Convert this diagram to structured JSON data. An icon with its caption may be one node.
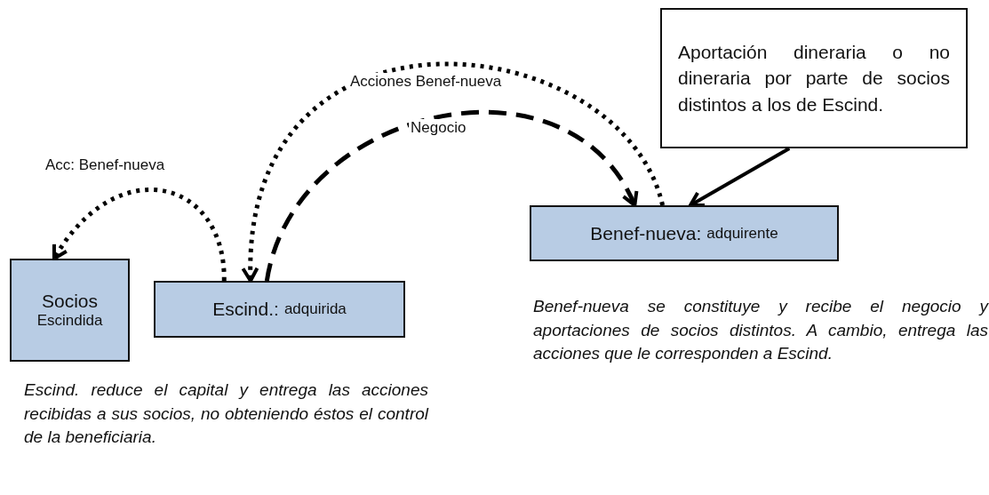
{
  "diagram": {
    "nodes": [
      {
        "text": [
          "Socios",
          "Escindida"
        ]
      },
      {
        "text": [
          "Escind.:",
          "adquirida"
        ]
      },
      {
        "text": [
          "Benef-nueva:",
          "adquirente"
        ]
      },
      {
        "text": [
          "Aportación dineraria o no dineraria por parte de socios distintos a los de Escind."
        ]
      }
    ],
    "edges": [
      {
        "from": 1,
        "to": 0,
        "arrow": "to",
        "label": "Acc: Benef-nueva",
        "style": "dashed"
      },
      {
        "from": 2,
        "to": 1,
        "arrow": "to",
        "label": "Acciones Benef-nueva",
        "style": "dashed"
      },
      {
        "from": 1,
        "to": 2,
        "arrow": "to",
        "label": "Negocio",
        "style": "dashed"
      },
      {
        "from": 3,
        "to": 2,
        "arrow": "to"
      }
    ],
    "labels": [
      "Escind. reduce el capital y entrega las acciones recibidas a sus socios, no obteniendo éstos el control  de la beneficiaria.",
      "Benef-nueva se constituye y recibe el negocio y aportaciones de socios distintos. A cambio, entrega las acciones que le corresponden a Escind."
    ]
  }
}
